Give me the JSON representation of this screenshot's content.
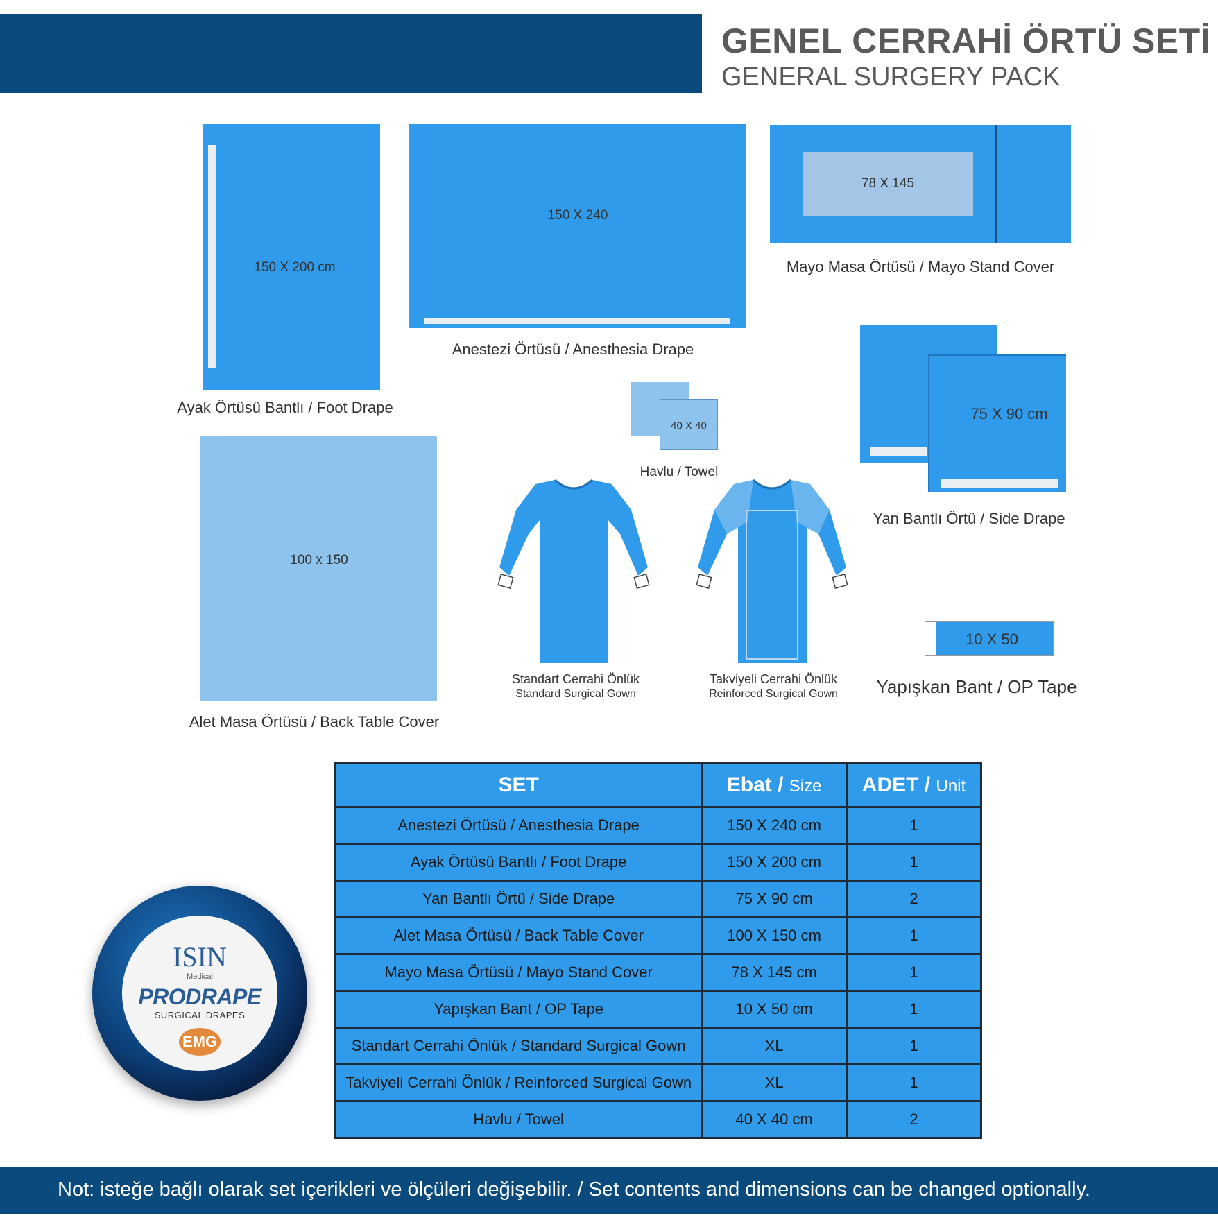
{
  "header": {
    "title_tr": "GENEL CERRAHİ ÖRTÜ SETİ",
    "title_en": "GENERAL SURGERY PACK"
  },
  "items": {
    "foot_drape": {
      "size": "150 X 200 cm",
      "caption": "Ayak Örtüsü Bantlı / Foot Drape"
    },
    "anesthesia_drape": {
      "size": "150 X 240",
      "caption": "Anestezi Örtüsü / Anesthesia Drape"
    },
    "mayo_stand": {
      "size": "78 X 145",
      "caption": "Mayo Masa Örtüsü / Mayo Stand Cover"
    },
    "towel": {
      "size": "40 X 40",
      "caption": "Havlu / Towel"
    },
    "side_drape": {
      "size": "75 X 90 cm",
      "caption": "Yan Bantlı Örtü / Side Drape"
    },
    "back_table": {
      "size": "100 x 150",
      "caption": "Alet Masa Örtüsü / Back Table Cover"
    },
    "standard_gown": {
      "caption_tr": "Standart Cerrahi Önlük",
      "caption_en": "Standard Surgical Gown"
    },
    "reinforced_gown": {
      "caption_tr": "Takviyeli Cerrahi Önlük",
      "caption_en": "Reinforced Surgical Gown"
    },
    "op_tape": {
      "size": "10 X 50",
      "caption": "Yapışkan Bant / OP Tape"
    }
  },
  "table": {
    "headers": {
      "set": "SET",
      "size_main": "Ebat /",
      "size_sub": "Size",
      "unit_main": "ADET /",
      "unit_sub": "Unit"
    },
    "rows": [
      {
        "name": "Anestezi Örtüsü / Anesthesia Drape",
        "size": "150 X 240 cm",
        "unit": "1"
      },
      {
        "name": "Ayak Örtüsü Bantlı / Foot Drape",
        "size": "150 X 200 cm",
        "unit": "1"
      },
      {
        "name": "Yan Bantlı Örtü / Side Drape",
        "size": "75 X 90 cm",
        "unit": "2"
      },
      {
        "name": "Alet Masa Örtüsü / Back Table Cover",
        "size": "100 X 150 cm",
        "unit": "1"
      },
      {
        "name": "Mayo Masa Örtüsü / Mayo Stand Cover",
        "size": "78 X 145 cm",
        "unit": "1"
      },
      {
        "name": "Yapışkan Bant / OP Tape",
        "size": "10 X 50 cm",
        "unit": "1"
      },
      {
        "name": "Standart Cerrahi Önlük / Standard Surgical Gown",
        "size": "XL",
        "unit": "1"
      },
      {
        "name": "Takviyeli Cerrahi Önlük / Reinforced Surgical Gown",
        "size": "XL",
        "unit": "1"
      },
      {
        "name": "Havlu / Towel",
        "size": "40 X 40 cm",
        "unit": "2"
      }
    ]
  },
  "logo": {
    "brand": "ISIN",
    "sub": "Medical",
    "product": "PRODRAPE",
    "product_sub": "SURGICAL DRAPES",
    "emg": "EMG"
  },
  "footer": {
    "note": "Not: isteğe bağlı olarak set içerikleri ve ölçüleri değişebilir.  /   Set contents and dimensions can be changed optionally."
  },
  "colors": {
    "header_blue": "#0b4a7c",
    "drape_blue": "#2f9bea",
    "light_blue": "#8dc3ec"
  }
}
